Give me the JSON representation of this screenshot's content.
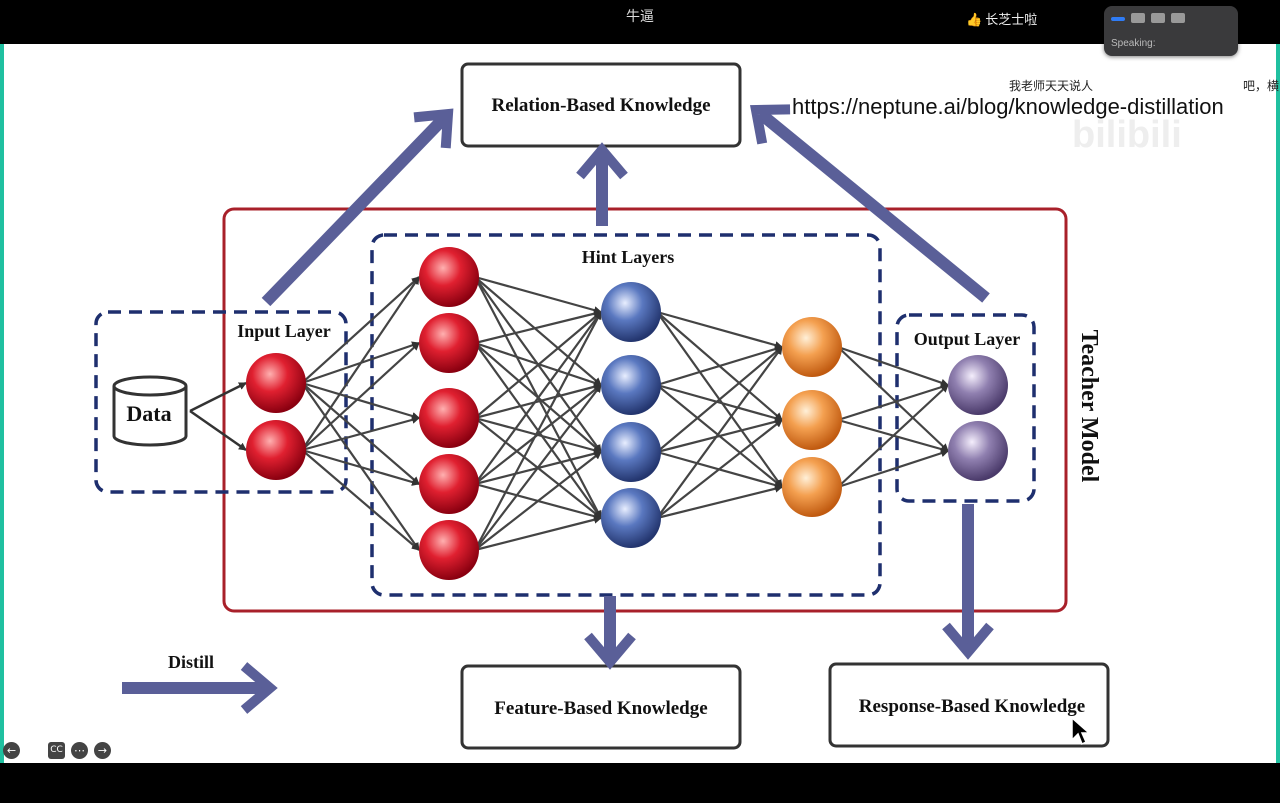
{
  "window": {
    "title": "牛逼",
    "like_text": "长芝士啦"
  },
  "overlay": {
    "url": "https://neptune.ai/blog/knowledge-distillation",
    "danmaku": "我老师天天说人",
    "danmaku_tail": "吧，横",
    "speaker_label": "Speaking:"
  },
  "diagram": {
    "relation": "Relation-Based Knowledge",
    "feature": "Feature-Based Knowledge",
    "response": "Response-Based Knowledge",
    "hint": "Hint Layers",
    "input": "Input Layer",
    "output": "Output Layer",
    "teacher": "Teacher Model",
    "data": "Data",
    "distill": "Distill"
  },
  "colors": {
    "teacher_frame": "#a8202a",
    "dashed": "#1e2f6e",
    "arrow": "#5a5f98",
    "node_red": "#d01020",
    "node_blue": "#4a68b0",
    "node_orange": "#f09040",
    "node_purple": "#8a78a8"
  },
  "icons": [
    "thumbs-up-icon",
    "back-icon",
    "person-icon",
    "cc-icon",
    "more-icon",
    "forward-icon"
  ]
}
